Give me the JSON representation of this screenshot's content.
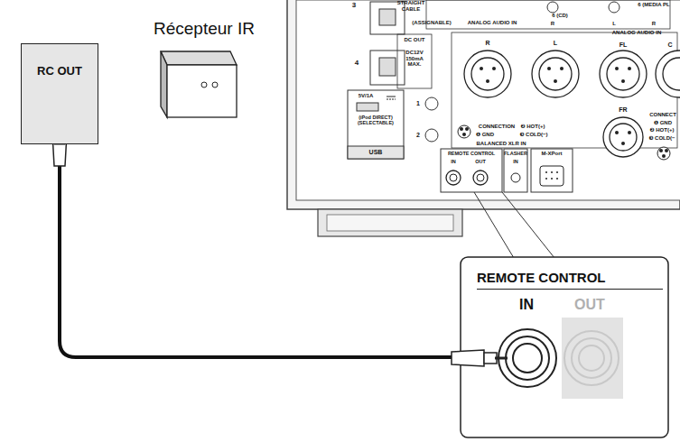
{
  "diagram": {
    "nodes": [
      {
        "text": [
          "RC OUT"
        ]
      },
      {
        "text": [
          "REMOTE CONTROL"
        ]
      },
      {
        "text": [
          "IN"
        ],
        "in": 1
      },
      {
        "text": [
          "OUT"
        ],
        "in": 1
      }
    ],
    "edges": [
      {
        "from": 0,
        "to": 2,
        "arrow": "none"
      }
    ],
    "labels": [
      "Récepteur IR",
      "3",
      "STRAIGHT CABLE",
      "(ASSIGNABLE)",
      "ANALOG AUDIO IN",
      "6 (CD)",
      "R",
      "L",
      "6 (MEDIA PL",
      "R",
      "ANALOG AUDIO IN",
      "FL",
      "C",
      "4",
      "DC OUT",
      "DC12V 150mA MAX.",
      "R",
      "L",
      "5V/1A",
      "(iPod DIRECT) (SELECTABLE)",
      "1",
      "2",
      "USB",
      "CONNECTION",
      "❶ GND",
      "❷ HOT(+)",
      "❸ COLD(−)",
      "BALANCED XLR IN",
      "REMOTE CONTROL",
      "IN",
      "OUT",
      "FLASHER",
      "IN",
      "M-XPort",
      "FR",
      "CONNECT",
      "❶ GND",
      "❷ HOT(+)",
      "❸ COLD(−"
    ]
  }
}
